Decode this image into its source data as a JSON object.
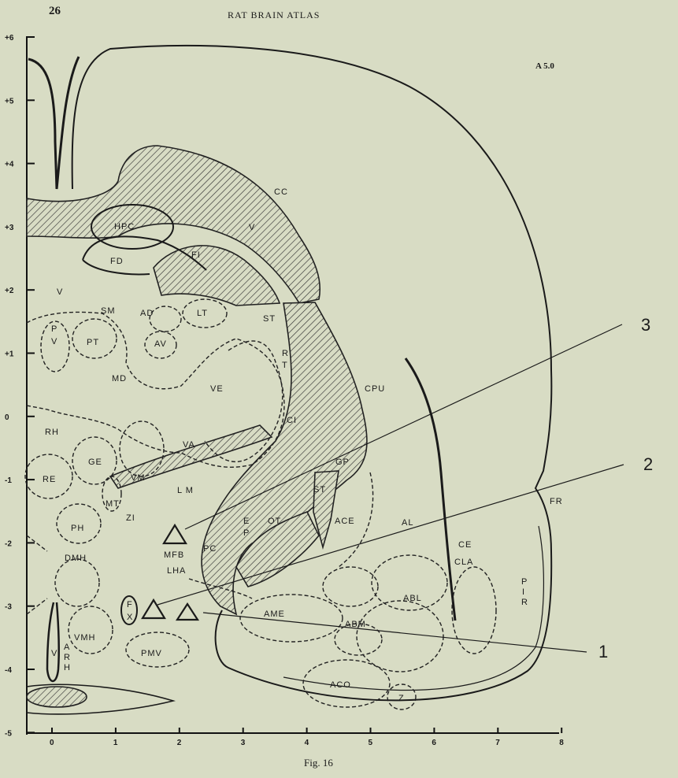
{
  "header": {
    "page_number": "26",
    "title": "RAT BRAIN ATLAS",
    "section": "A 5.0"
  },
  "caption": "Fig. 16",
  "axes": {
    "y_ticks": [
      "+6",
      "+5",
      "+4",
      "+3",
      "+2",
      "+1",
      "0",
      "-1",
      "-2",
      "-3",
      "-4",
      "-5"
    ],
    "x_ticks": [
      "0",
      "1",
      "2",
      "3",
      "4",
      "5",
      "6",
      "7",
      "8"
    ]
  },
  "regions": {
    "hpc": "HPC",
    "fd": "FD",
    "fi": "FI",
    "v_upper": "V",
    "cc": "CC",
    "v_mid": "V",
    "sm": "SM",
    "ad": "AD",
    "lt": "LT",
    "st_upper": "ST",
    "p": "P",
    "v_small": "V",
    "pt": "PT",
    "av": "AV",
    "md": "MD",
    "r": "R",
    "t": "T",
    "ve": "VE",
    "cpu": "CPU",
    "rh": "RH",
    "ci": "CI",
    "va": "VA",
    "ge": "GE",
    "vm": "VM",
    "gp": "GP",
    "re": "RE",
    "mt": "MT",
    "lm": "L M",
    "st_lower": "ST",
    "fr": "FR",
    "zi": "ZI",
    "ph": "PH",
    "e": "E",
    "ep_p": "P",
    "ot": "OT",
    "ace": "ACE",
    "al": "AL",
    "ce": "CE",
    "mfb": "MFB",
    "pc": "PC",
    "dmh": "DMH",
    "lha": "LHA",
    "cla": "CLA",
    "pir_p": "P",
    "pir_i": "I",
    "pir_r": "R",
    "f": "F",
    "x": "X",
    "abl": "ABL",
    "ame": "AME",
    "abm": "ABM",
    "vmh": "VMH",
    "v_vent": "V",
    "arh_a": "A",
    "arh_r": "R",
    "arh_h": "H",
    "pmv": "PMV",
    "aco": "ACO",
    "z": "Z"
  },
  "electrode_tracks": {
    "track_1": "1",
    "track_2": "2",
    "track_3": "3"
  }
}
